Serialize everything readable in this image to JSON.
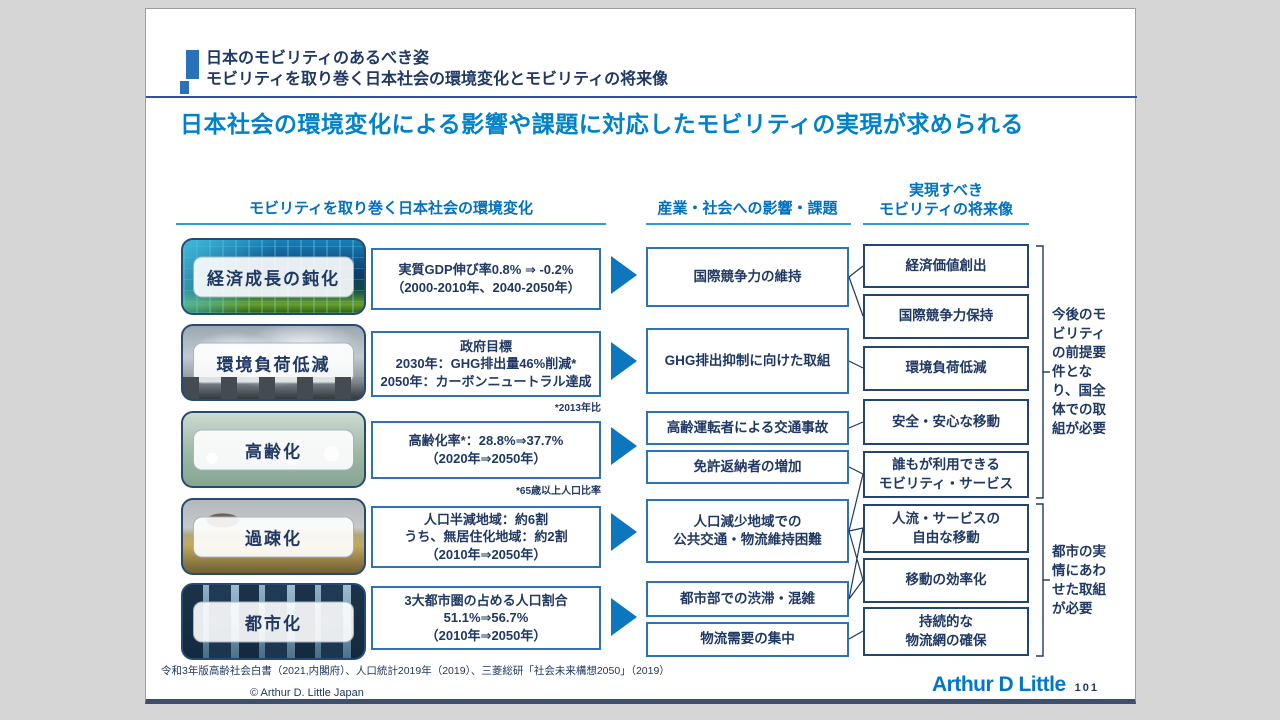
{
  "colors": {
    "brand_blue": "#0082CA",
    "navy": "#1F3864",
    "header_blue": "#0070C0",
    "box_border": "#2E74B5",
    "arrow_blue": "#0E76BC"
  },
  "header": {
    "line1": "日本のモビリティのあるべき姿",
    "line2": "モビリティを取り巻く日本社会の環境変化とモビリティの将来像"
  },
  "title": "日本社会の環境変化による影響や課題に対応したモビリティの実現が求められる",
  "col_headers": {
    "left": "モビリティを取り巻く日本社会の環境変化",
    "mid": "産業・社会への影響・課題",
    "right": "実現すべき\nモビリティの将来像"
  },
  "env_rows": [
    {
      "label": "経済成長の鈍化",
      "image": "stock-market-chart",
      "desc": "実質GDP伸び率0.8% ⇒ -0.2%\n（2000-2010年、2040-2050年）",
      "footnote": ""
    },
    {
      "label": "環境負荷低減",
      "image": "power-plant-smokestacks",
      "desc": "政府目標\n2030年：GHG排出量46%削減*\n2050年：カーボンニュートラル達成",
      "footnote": "*2013年比"
    },
    {
      "label": "高齢化",
      "image": "paper-cutout-people",
      "desc": "高齢化率*：28.8%⇒37.7%\n（2020年⇒2050年）",
      "footnote": "*65歳以上人口比率"
    },
    {
      "label": "過疎化",
      "image": "abandoned-rural-house",
      "desc": "人口半減地域：約6割\nうち、無居住化地域：約2割\n（2010年⇒2050年）",
      "footnote": ""
    },
    {
      "label": "都市化",
      "image": "city-skyscrapers",
      "desc": "3大都市圏の占める人口割合\n51.1%⇒56.7%\n（2010年⇒2050年）",
      "footnote": ""
    }
  ],
  "impacts": [
    "国際競争力の維持",
    "GHG排出抑制に向けた取組",
    "高齢運転者による交通事故",
    "免許返納者の増加",
    "人口減少地域での\n公共交通・物流維持困難",
    "都市部での渋滞・混雑",
    "物流需要の集中"
  ],
  "futures": [
    "経済価値創出",
    "国際競争力保持",
    "環境負荷低減",
    "安全・安心な移動",
    "誰もが利用できる\nモビリティ・サービス",
    "人流・サービスの\n自由な移動",
    "移動の効率化",
    "持続的な\n物流網の確保"
  ],
  "annotations": [
    "今後のモビリティの前提要件となり、国全体での取組が必要",
    "都市の実情にあわせた取組が必要"
  ],
  "footer": {
    "source": "令和3年版高齢社会白書（2021,内閣府）、人口統計2019年（2019）、三菱総研「社会未来構想2050」（2019）",
    "copyright": "© Arthur D. Little Japan",
    "logo": "Arthur D Little",
    "page": "101"
  }
}
